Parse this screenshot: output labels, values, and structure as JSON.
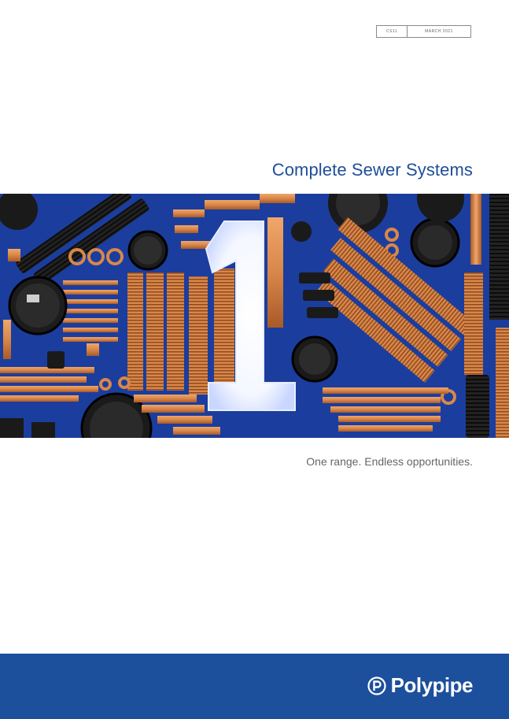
{
  "doc": {
    "ref_code": "CS11",
    "ref_date": "MARCH 2021",
    "title": "Complete Sewer Systems",
    "tagline": "One range. Endless opportunities.",
    "brand_name": "Polypipe",
    "logo_icon": "polypipe-p-icon"
  },
  "colors": {
    "brand_blue": "#1c4f9c",
    "title_blue": "#1f4e9a",
    "hero_blue": "#1b3d9e",
    "copper": "#d8874a",
    "black_pipe": "#1a1a1a"
  }
}
